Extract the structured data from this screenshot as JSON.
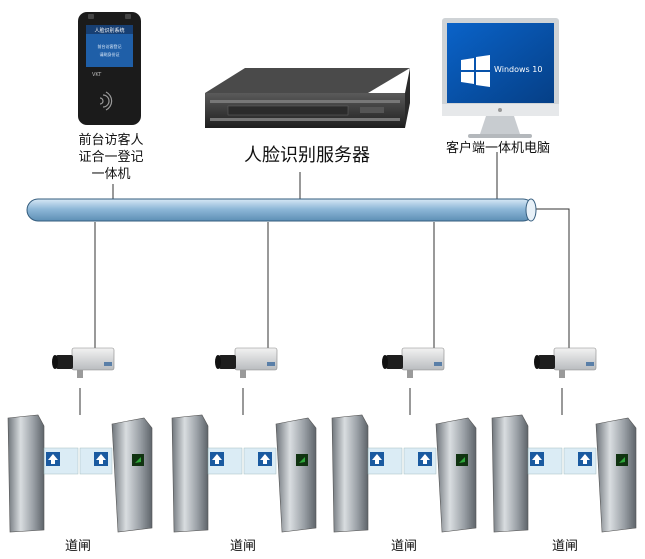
{
  "diagram": {
    "terminal": {
      "screen_title": "人脸识别系统",
      "screen_lines": [
        "前台访客登记",
        "请刷身份证"
      ],
      "brand": "VKT",
      "label": "前台访客人\n证合一登记\n一体机"
    },
    "server": {
      "label": "人脸识别服务器"
    },
    "pc": {
      "os_text": "Windows 10",
      "label": "客户端一体机电脑"
    },
    "gates": [
      {
        "label": "道闸"
      },
      {
        "label": "道闸"
      },
      {
        "label": "道闸"
      },
      {
        "label": "道闸"
      }
    ],
    "colors": {
      "bus_pipe": "#8fb8d8",
      "terminal_body": "#1b1b1b",
      "terminal_screen": "#1f5fa8",
      "server_body": "#3a3a3a",
      "windows_blue": "#0a63c9",
      "gate_steel": "#9aa0a6",
      "gate_glass": "#cfe6f2",
      "gate_arrow": "#1a5aa0",
      "gate_green": "#2fa83a"
    }
  }
}
